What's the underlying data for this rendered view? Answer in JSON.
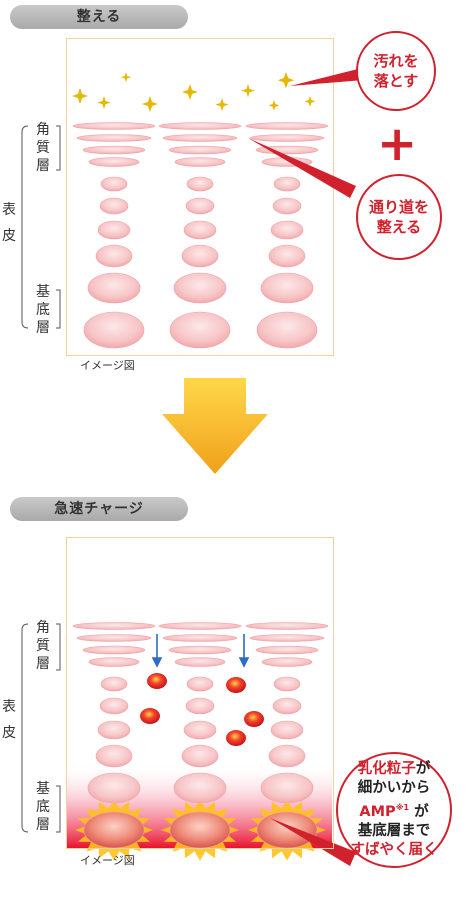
{
  "top": {
    "heading": "整える",
    "side_top": "角質層",
    "side_mid": "表皮",
    "side_bottom": "基底層",
    "caption": "イメージ図",
    "callout1": [
      "汚れを",
      "落とす"
    ],
    "callout2": [
      "通り道を",
      "整える"
    ],
    "plus": "+"
  },
  "bottom": {
    "heading": "急速チャージ",
    "side_top": "角質層",
    "side_mid": "表皮",
    "side_bottom": "基底層",
    "caption": "イメージ図",
    "callout": {
      "line1": "乳化粒子",
      "line1_tail": "が",
      "line2": "細かいから",
      "line3": "AMP",
      "line3_sup": "※1",
      "line3_tail": "が",
      "line4": "基底層まで",
      "line5": "すばやく届く"
    }
  },
  "colors": {
    "accent": "#d0212d",
    "arrow": "#f3b21b",
    "panel_border": "#f1d39a",
    "cell": "#f7c4c6"
  }
}
